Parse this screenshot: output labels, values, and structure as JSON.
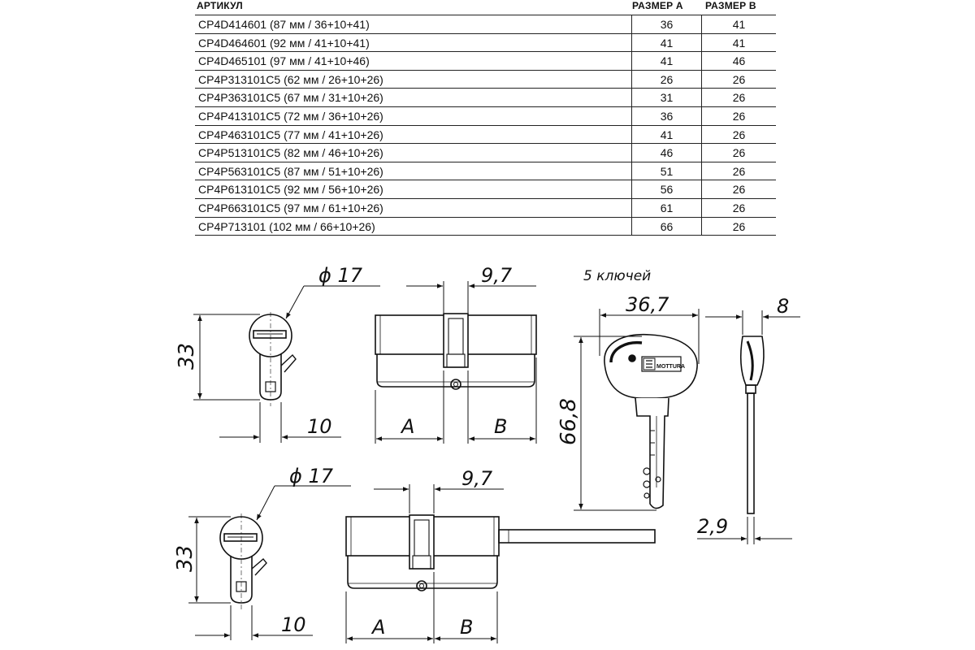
{
  "table": {
    "headers": {
      "article": "АРТИКУЛ",
      "size_a": "РАЗМЕР А",
      "size_b": "РАЗМЕР В"
    },
    "rows": [
      {
        "article": "CP4D414601 (87 мм / 36+10+41)",
        "a": "36",
        "b": "41"
      },
      {
        "article": "CP4D464601 (92 мм / 41+10+41)",
        "a": "41",
        "b": "41"
      },
      {
        "article": "CP4D465101 (97 мм / 41+10+46)",
        "a": "41",
        "b": "46"
      },
      {
        "article": "CP4P313101C5 (62 мм / 26+10+26)",
        "a": "26",
        "b": "26"
      },
      {
        "article": "CP4P363101C5 (67 мм / 31+10+26)",
        "a": "31",
        "b": "26"
      },
      {
        "article": "CP4P413101C5 (72 мм / 36+10+26)",
        "a": "36",
        "b": "26"
      },
      {
        "article": "CP4P463101C5 (77 мм / 41+10+26)",
        "a": "41",
        "b": "26"
      },
      {
        "article": "CP4P513101C5 (82 мм / 46+10+26)",
        "a": "46",
        "b": "26"
      },
      {
        "article": "CP4P563101C5 (87 мм / 51+10+26)",
        "a": "51",
        "b": "26"
      },
      {
        "article": "CP4P613101C5 (92 мм / 56+10+26)",
        "a": "56",
        "b": "26"
      },
      {
        "article": "CP4P663101C5 (97 мм / 61+10+26)",
        "a": "61",
        "b": "26"
      },
      {
        "article": "CP4P713101 (102 мм / 66+10+26)",
        "a": "66",
        "b": "26"
      }
    ]
  },
  "drawing": {
    "diameter": "ϕ 17",
    "height": "33",
    "ten": "10",
    "cam_width": "9,7",
    "label_a": "A",
    "label_b": "B",
    "keys_note": "5 ключей",
    "key_width": "36,7",
    "key_thickness": "8",
    "key_length": "66,8",
    "blade_thickness": "2,9",
    "brand": "MOTTURA"
  }
}
